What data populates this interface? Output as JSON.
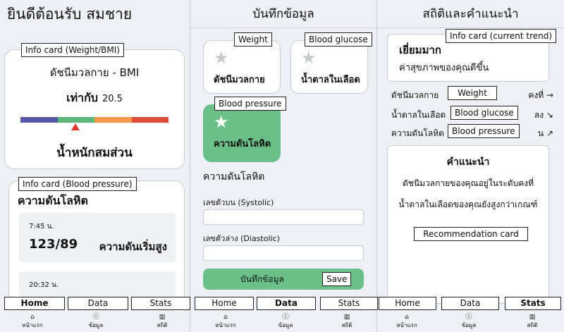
{
  "screen1": {
    "greeting": "ยินดีต้อนรับ สมชาย",
    "bmi_card": {
      "annotation": "Info card (Weight/BMI)",
      "title": "ดัชนีมวลกาย - BMI",
      "equals_label": "เท่ากับ",
      "value": "20.5",
      "status": "น้ำหนักสมส่วน",
      "bar_colors": [
        "#5257a8",
        "#5cb67a",
        "#f29a4a",
        "#e14b3b"
      ],
      "marker_color": "#e03a2f"
    },
    "bp_card": {
      "annotation": "Info card (Blood pressure)",
      "title": "ความดันโลหิต",
      "readings": [
        {
          "time": "7:45 น.",
          "value": "123/89",
          "status": "ความดันเริ่มสูง"
        },
        {
          "time": "20:32 น.",
          "value": "",
          "status": ""
        }
      ]
    }
  },
  "screen2": {
    "title": "บันทึกข้อมูล",
    "tiles": [
      {
        "annotation": "Weight",
        "label": "ดัชนีมวลกาย"
      },
      {
        "annotation": "Blood glucose",
        "label": "น้ำตาลในเลือด"
      },
      {
        "annotation": "Blood pressure",
        "label": "ความดันโลหิต"
      }
    ],
    "form_title": "ความดันโลหิต",
    "systolic_label": "เลขตัวบน (Systolic)",
    "diastolic_label": "เลขตัวล่าง (Diastolic)",
    "save_label": "บันทึกข้อมูล",
    "save_annotation": "Save",
    "accent": "#6bc08a"
  },
  "screen3": {
    "title": "สถิติและคำแนะนำ",
    "trend_annotation": "Info card (current trend)",
    "trend_title": "เยี่ยมมาก",
    "trend_message": "ค่าสุขภาพของคุณดีขึ้น",
    "metrics": [
      {
        "label": "ดัชนีมวลกาย",
        "annotation": "Weight",
        "trend": "คงที่ →"
      },
      {
        "label": "น้ำตาลในเลือด",
        "annotation": "Blood glucose",
        "trend": "ลง ↘"
      },
      {
        "label": "ความดันโลหิต",
        "annotation": "Blood pressure",
        "trend": "น ↗"
      }
    ],
    "rec_title": "คำแนะนำ",
    "rec_lines": [
      "ดัชนีมวลกายของคุณอยู่ในระดับคงที่",
      "น้ำตาลในเลือดของคุณยังสูงกว่าเกณฑ์"
    ],
    "rec_annotation": "Recommendation card"
  },
  "nav": {
    "home_label": "หน้าแรก",
    "data_label": "ข้อมูล",
    "stats_label": "สถิติ",
    "home_ann": "Home",
    "data_ann": "Data",
    "stats_ann": "Stats"
  }
}
